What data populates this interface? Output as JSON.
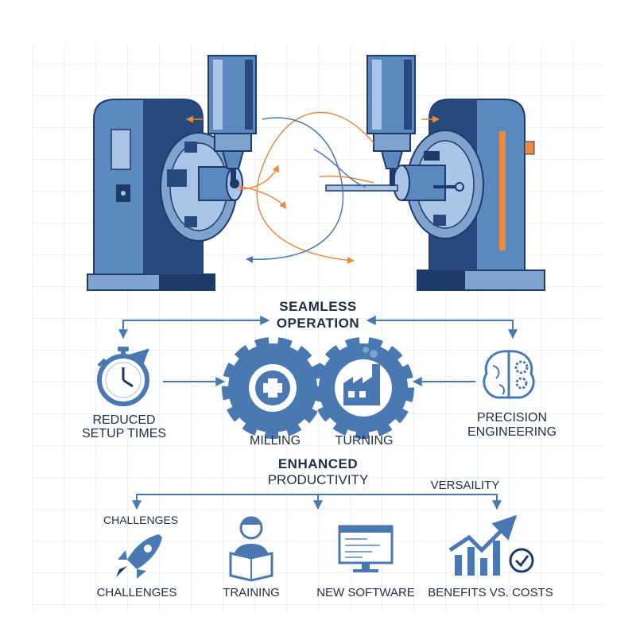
{
  "header": {
    "line1": "SEAMLESS",
    "line2": "OPERATION"
  },
  "left_benefit": {
    "line1": "REDUCED",
    "line2": "SETUP TIMES",
    "icon": "stopwatch-icon"
  },
  "right_benefit": {
    "line1": "PRECISION",
    "line2": "ENGINEERING",
    "icon": "brain-gear-icon"
  },
  "gears": [
    {
      "label": "MILLING",
      "icon": "gear-plus-icon"
    },
    {
      "label": "TURNING",
      "icon": "gear-factory-icon"
    }
  ],
  "middle_title": {
    "line1": "ENHANCED",
    "line2": "PRODUCTIVITY"
  },
  "branch_label": "VERSAILITY",
  "side_label": "CHALLENGES",
  "bottom_items": [
    {
      "label": "CHALLENGES",
      "icon": "rocket-icon"
    },
    {
      "label": "TRAINING",
      "icon": "reading-person-icon"
    },
    {
      "label": "NEW SOFTWARE",
      "icon": "monitor-icon"
    },
    {
      "label": "BENEFITS VS. COSTS",
      "icon": "rising-chart-check-icon"
    }
  ],
  "colors": {
    "primary": "#4a78b0",
    "dark": "#1e3a66",
    "accent": "#ec8a40",
    "grid": "#dbe3ee",
    "text": "#1e2e46"
  }
}
